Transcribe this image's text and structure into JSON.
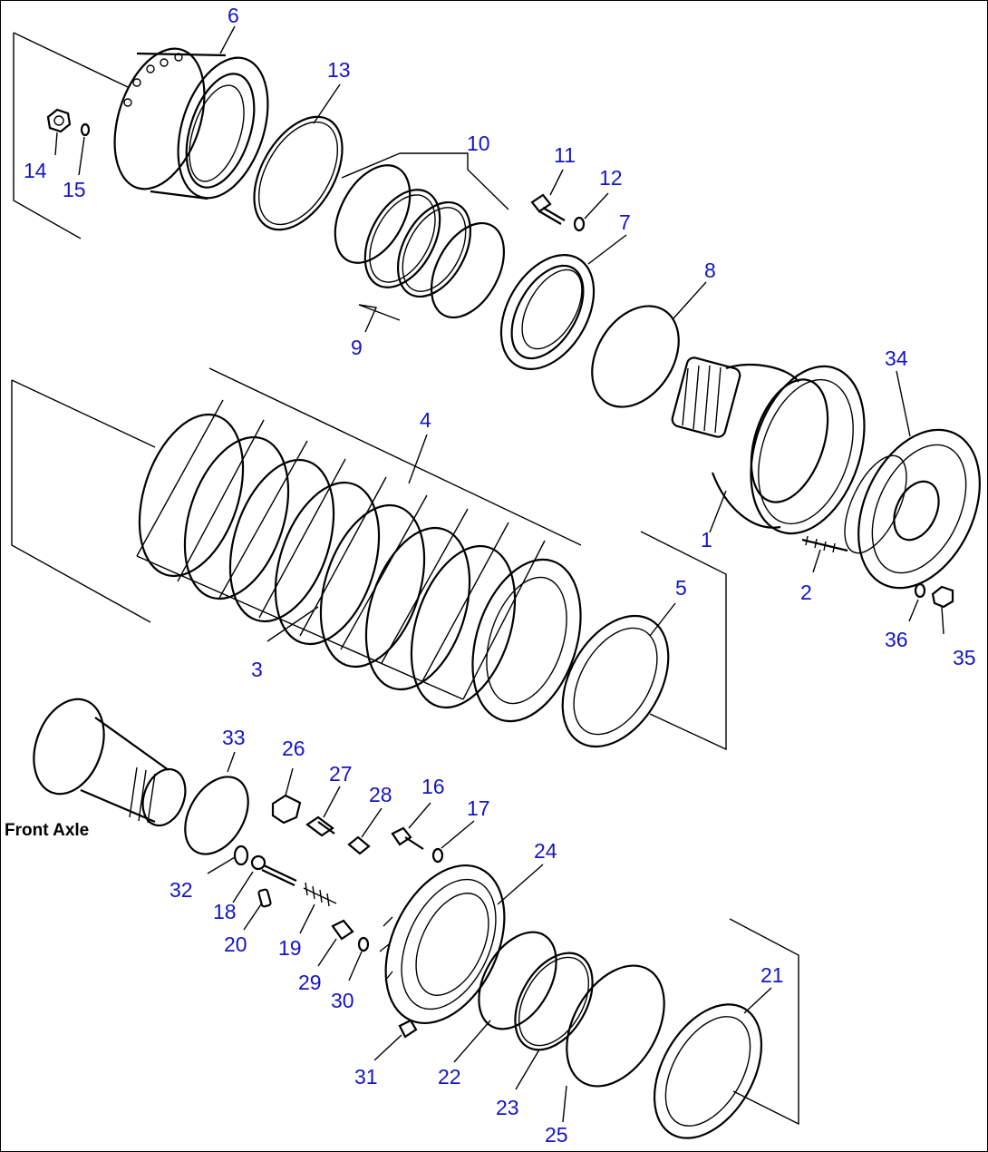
{
  "diagram": {
    "label_color": "#1414c8",
    "line_color": "#000000",
    "assembly_note": "Front Axle",
    "callouts": [
      {
        "id": "1",
        "text": "1"
      },
      {
        "id": "2",
        "text": "2"
      },
      {
        "id": "3",
        "text": "3"
      },
      {
        "id": "4",
        "text": "4"
      },
      {
        "id": "5",
        "text": "5"
      },
      {
        "id": "6",
        "text": "6"
      },
      {
        "id": "7",
        "text": "7"
      },
      {
        "id": "8",
        "text": "8"
      },
      {
        "id": "9",
        "text": "9"
      },
      {
        "id": "10",
        "text": "10"
      },
      {
        "id": "11",
        "text": "11"
      },
      {
        "id": "12",
        "text": "12"
      },
      {
        "id": "13",
        "text": "13"
      },
      {
        "id": "14",
        "text": "14"
      },
      {
        "id": "15",
        "text": "15"
      },
      {
        "id": "16",
        "text": "16"
      },
      {
        "id": "17",
        "text": "17"
      },
      {
        "id": "18",
        "text": "18"
      },
      {
        "id": "19",
        "text": "19"
      },
      {
        "id": "20",
        "text": "20"
      },
      {
        "id": "21",
        "text": "21"
      },
      {
        "id": "22",
        "text": "22"
      },
      {
        "id": "23",
        "text": "23"
      },
      {
        "id": "24",
        "text": "24"
      },
      {
        "id": "25",
        "text": "25"
      },
      {
        "id": "26",
        "text": "26"
      },
      {
        "id": "27",
        "text": "27"
      },
      {
        "id": "28",
        "text": "28"
      },
      {
        "id": "29",
        "text": "29"
      },
      {
        "id": "30",
        "text": "30"
      },
      {
        "id": "31",
        "text": "31"
      },
      {
        "id": "32",
        "text": "32"
      },
      {
        "id": "33",
        "text": "33"
      },
      {
        "id": "34",
        "text": "34"
      },
      {
        "id": "35",
        "text": "35"
      },
      {
        "id": "36",
        "text": "36"
      }
    ]
  }
}
